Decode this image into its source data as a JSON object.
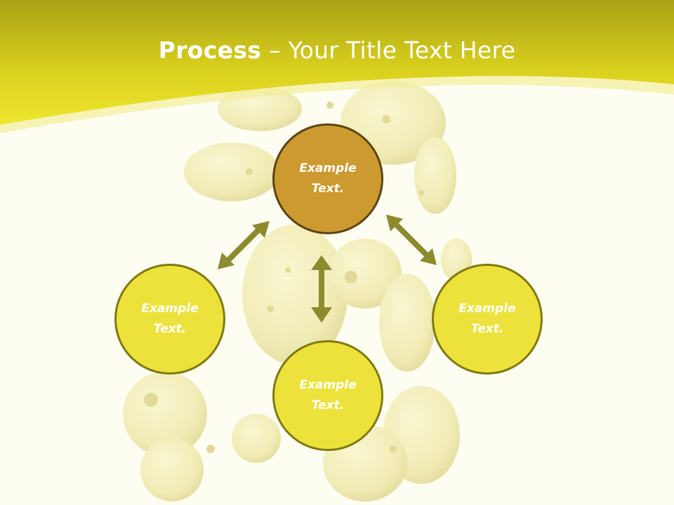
{
  "slide": {
    "title_bold": "Process",
    "title_rest": " – Your Title Text Here"
  },
  "diagram": {
    "nodes": [
      {
        "id": "top",
        "line1": "Example",
        "line2": "Text."
      },
      {
        "id": "left",
        "line1": "Example",
        "line2": "Text."
      },
      {
        "id": "bottom",
        "line1": "Example",
        "line2": "Text."
      },
      {
        "id": "right",
        "line1": "Example",
        "line2": "Text."
      }
    ],
    "arrows": [
      {
        "from": "top",
        "to": "left",
        "direction": "bidirectional"
      },
      {
        "from": "top",
        "to": "right",
        "direction": "bidirectional"
      },
      {
        "from": "top",
        "to": "bottom",
        "direction": "bidirectional"
      }
    ]
  },
  "colors": {
    "header_band": "#e8dd22",
    "header_dark": "#a9a215",
    "top_node_fill": "#cc9a30",
    "top_node_border": "#5a4412",
    "node_fill": "#ede23c",
    "node_border": "#7f7a10",
    "arrow": "#8c8b2e",
    "background": "#fdfdf2"
  }
}
